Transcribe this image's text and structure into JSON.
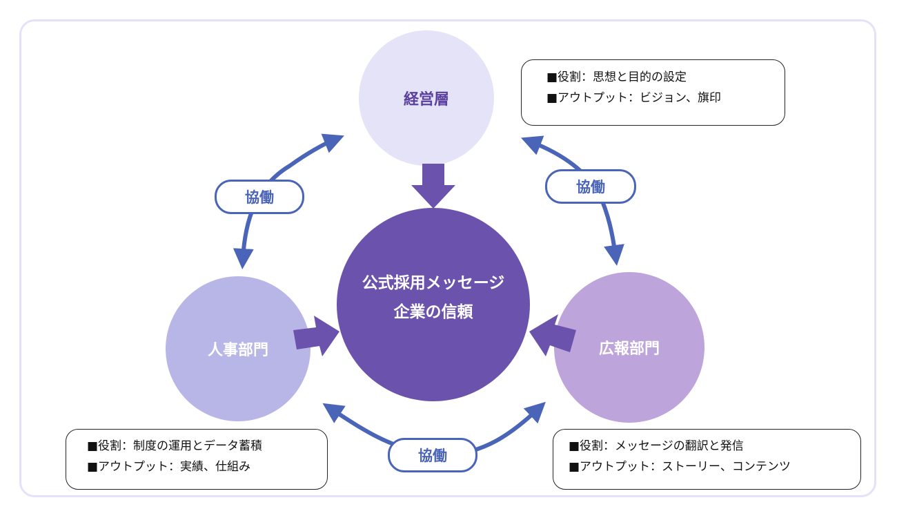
{
  "diagram": {
    "center": {
      "line1": "公式採用メッセージ",
      "line2": "企業の信頼",
      "color": "#6b52ad",
      "text_color": "#ffffff"
    },
    "nodes": {
      "top": {
        "label": "経営層",
        "color": "#e5e3f8",
        "text_color": "#5a3f9e"
      },
      "left": {
        "label": "人事部門",
        "color": "#b8b6e6",
        "text_color": "#ffffff"
      },
      "right": {
        "label": "広報部門",
        "color": "#bda4da",
        "text_color": "#ffffff"
      }
    },
    "info_boxes": {
      "top": {
        "role": "■役割：思想と目的の設定",
        "output": "■アウトプット：ビジョン、旗印"
      },
      "left": {
        "role": "■役割：制度の運用とデータ蓄積",
        "output": "■アウトプット：実績、仕組み"
      },
      "right": {
        "role": "■役割：メッセージの翻訳と発信",
        "output": "■アウトプット：ストーリー、コンテンツ"
      }
    },
    "collaboration_labels": {
      "top_left": "協働",
      "top_right": "協働",
      "bottom": "協働"
    },
    "colors": {
      "frame_border": "#e4e2f8",
      "flow_arrow": "#6b52ad",
      "collab_arrow": "#4a64b8"
    }
  }
}
